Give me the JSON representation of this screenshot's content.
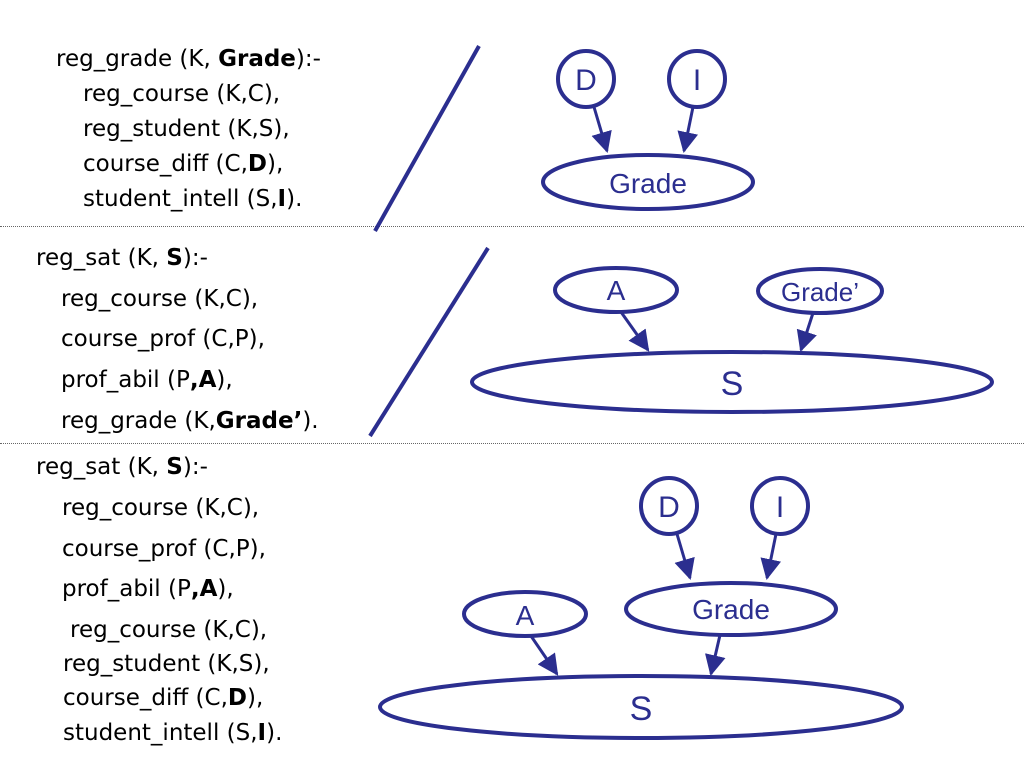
{
  "panels": [
    {
      "lines": [
        [
          "reg_grade (K, ",
          {
            "b": "Grade"
          },
          "):-"
        ],
        [
          "reg_course (K,C),"
        ],
        [
          "reg_student (K,S),"
        ],
        [
          "course_diff (C,",
          {
            "b": "D"
          },
          "),"
        ],
        [
          "student_intell (S,",
          {
            "b": "I"
          },
          ")."
        ]
      ],
      "nodes": {
        "d": "D",
        "i": "I",
        "grade": "Grade"
      }
    },
    {
      "lines": [
        [
          "reg_sat (K, ",
          {
            "b": "S"
          },
          "):-"
        ],
        [
          "reg_course (K,C),"
        ],
        [
          "course_prof (C,P),"
        ],
        [
          "prof_abil (P",
          {
            "b": ",A"
          },
          "),"
        ],
        [
          "reg_grade (K,",
          {
            "b": "Grade’"
          },
          ")."
        ]
      ],
      "nodes": {
        "a": "A",
        "grade_prime": "Grade’",
        "s": "S"
      }
    },
    {
      "lines": [
        [
          "reg_sat (K, ",
          {
            "b": "S"
          },
          "):-"
        ],
        [
          "reg_course (K,C),"
        ],
        [
          "course_prof (C,P),"
        ],
        [
          "prof_abil (P",
          {
            "b": ",A"
          },
          "),"
        ],
        [
          "reg_course (K,C),"
        ],
        [
          "reg_student (K,S),"
        ],
        [
          "course_diff (C,",
          {
            "b": "D"
          },
          "),"
        ],
        [
          "student_intell (S,",
          {
            "b": "I"
          },
          ")."
        ]
      ],
      "nodes": {
        "d": "D",
        "i": "I",
        "grade": "Grade",
        "a": "A",
        "s": "S"
      }
    }
  ],
  "colors": {
    "node_stroke": "#2b2e8f",
    "node_text": "#2b2e8f",
    "text": "#000000"
  }
}
